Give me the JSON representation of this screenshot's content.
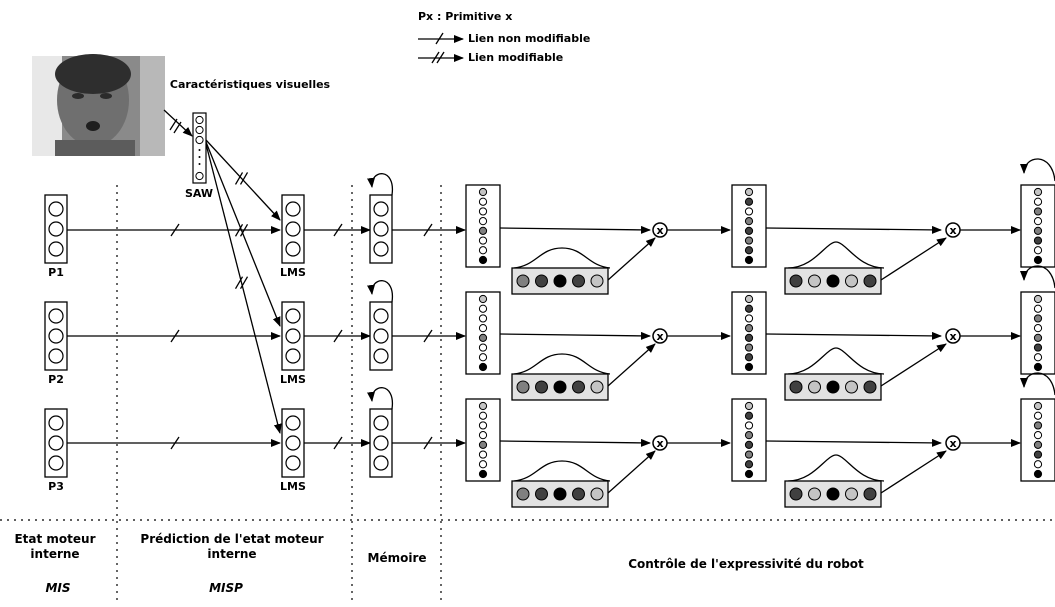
{
  "legend": {
    "primitive": "Px : Primitive x",
    "fixed_link": "Lien non modifiable",
    "modifiable_link": "Lien modifiable"
  },
  "input": {
    "features_label": "Caractéristiques visuelles",
    "saw_label": "SAW"
  },
  "primitives": [
    "P1",
    "P2",
    "P3"
  ],
  "lms_label": "LMS",
  "operator_symbol": "x",
  "sections": [
    {
      "title": "Etat moteur interne",
      "abbr": "MIS"
    },
    {
      "title": "Prédiction de l'etat moteur interne",
      "abbr": "MISP"
    },
    {
      "title": "Mémoire",
      "abbr": ""
    },
    {
      "title": "Contrôle de l'expressivité du robot",
      "abbr": ""
    }
  ],
  "colors": {
    "stroke": "#000000",
    "gray": "#808080",
    "dark": "#404040",
    "light": "#c4c4c4",
    "black": "#000000",
    "white": "#ffffff"
  }
}
